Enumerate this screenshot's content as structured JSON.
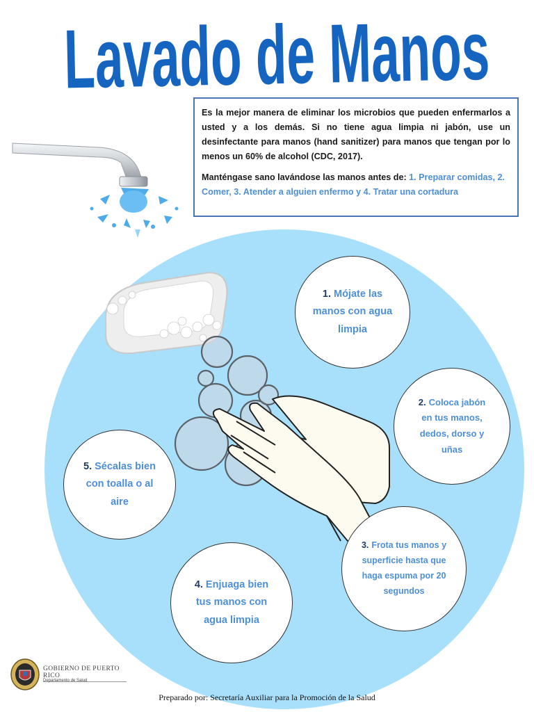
{
  "title": "Lavado de Manos",
  "intro": {
    "paragraph1": "Es la mejor manera de eliminar los microbios que pueden enfermarlos a usted y a los demás. Si no tiene agua limpia ni jabón, use un desinfectante para manos (hand sanitizer) para manos que tengan por lo menos un 60% de alcohol (CDC, 2017).",
    "paragraph2_lead": "Manténgase sano lavándose las manos antes de: ",
    "paragraph2_items": "1. Preparar comidas, 2. Comer, 3. Atender a alguien enfermo y 4. Tratar una cortadura"
  },
  "steps": [
    {
      "num": "1.",
      "text": "Mójate las manos con agua limpia"
    },
    {
      "num": "2.",
      "text": "Coloca jabón en tus manos, dedos, dorso y uñas"
    },
    {
      "num": "3.",
      "text": "Frota tus manos y superficie hasta que haga espuma por 20 segundos"
    },
    {
      "num": "4.",
      "text": "Enjuaga bien tus manos con agua limpia"
    },
    {
      "num": "5.",
      "text": "Sécalas bien con toalla o al aire"
    }
  ],
  "logo": {
    "government": "GOBIERNO DE PUERTO RICO",
    "department": "Departamento de Salud"
  },
  "footer": "Preparado por: Secretaría Auxiliar para la Promoción de la Salud",
  "colors": {
    "title": "#1565c0",
    "accent": "#4d8fd8",
    "number": "#1f3c68",
    "circle": "#a8e0fb",
    "border": "#4a74b5"
  },
  "icons": [
    "faucet-icon",
    "soap-icon",
    "bubbles-icon",
    "hands-icon",
    "seal-icon"
  ]
}
